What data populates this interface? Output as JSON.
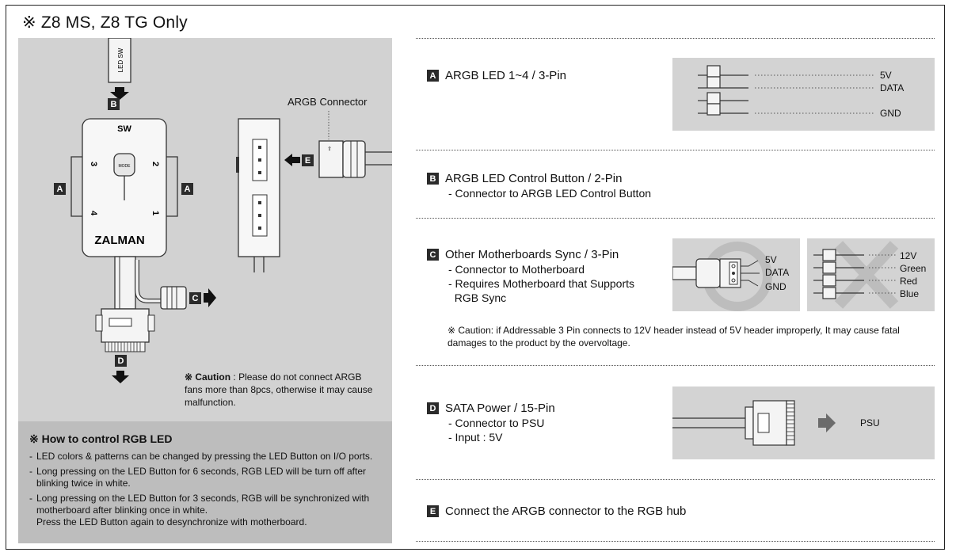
{
  "page": {
    "title": "※ Z8 MS, Z8 TG Only"
  },
  "diagram": {
    "led_sw_label": "LED SW",
    "sw_label": "SW",
    "mode_label": "MODE",
    "port_numbers": [
      "3",
      "2",
      "4",
      "1"
    ],
    "brand": "ZALMAN",
    "argb_connector_label": "ARGB Connector",
    "labels": {
      "a_left": "A",
      "a_right": "A",
      "b": "B",
      "c": "C",
      "d": "D",
      "e": "E"
    },
    "caution": {
      "prefix": "※ Caution",
      "lines": [
        ": Please do not connect ARGB",
        "fans more than 8pcs, otherwise it may cause",
        "malfunction."
      ]
    }
  },
  "howto": {
    "title": "※ How to control RGB LED",
    "items": [
      {
        "dash": "-",
        "lines": [
          "LED colors & patterns can be changed by pressing the LED Button on I/O ports."
        ]
      },
      {
        "dash": "-",
        "lines": [
          "Long pressing on the LED Button for 6 seconds, RGB LED will be turn off after",
          "blinking twice in white."
        ]
      },
      {
        "dash": "-",
        "lines": [
          "Long pressing on the LED Button for 3 seconds, RGB will be synchronized with",
          "motherboard after blinking once in white.",
          "Press the LED Button again to desynchronize with motherboard."
        ]
      }
    ]
  },
  "sections": {
    "a": {
      "badge": "A",
      "title": "ARGB LED 1~4 / 3-Pin",
      "pins": [
        "5V",
        "DATA",
        "GND"
      ]
    },
    "b": {
      "badge": "B",
      "title": "ARGB LED Control Button / 2-Pin",
      "sub": [
        "- Connector to ARGB LED Control Button"
      ]
    },
    "c": {
      "badge": "C",
      "title": "Other Motherboards Sync / 3-Pin",
      "sub": [
        "- Connector to Motherboard",
        "- Requires Motherboard that Supports",
        "  RGB Sync"
      ],
      "pins_ok": [
        "5V",
        "DATA",
        "GND"
      ],
      "pins_bad": [
        "12V",
        "Green",
        "Red",
        "Blue"
      ],
      "caution": [
        "※ Caution: if Addressable 3 Pin connects to 12V header instead of 5V header improperly, It may cause fatal",
        "damages to the product by the overvoltage."
      ]
    },
    "d": {
      "badge": "D",
      "title": "SATA Power / 15-Pin",
      "sub": [
        "- Connector to PSU",
        "- Input : 5V"
      ],
      "psu": "PSU"
    },
    "e": {
      "badge": "E",
      "title": "Connect the ARGB connector to the RGB hub"
    }
  },
  "colors": {
    "panel": "#d2d2d2",
    "howto_bg": "#bdbdbd",
    "badge": "#2b2b2b",
    "gray_box": "#d3d3d3"
  }
}
